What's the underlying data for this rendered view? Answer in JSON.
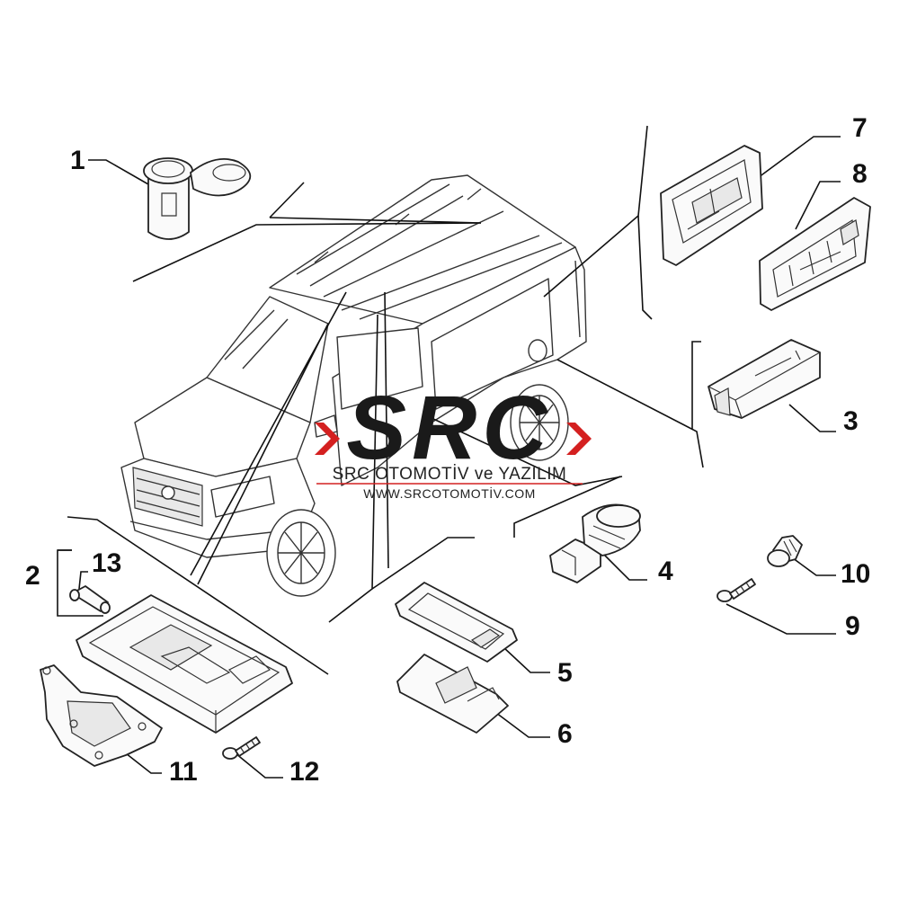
{
  "diagram": {
    "callouts": [
      {
        "id": "1",
        "label": "1"
      },
      {
        "id": "2",
        "label": "2"
      },
      {
        "id": "3",
        "label": "3"
      },
      {
        "id": "4",
        "label": "4"
      },
      {
        "id": "5",
        "label": "5"
      },
      {
        "id": "6",
        "label": "6"
      },
      {
        "id": "7",
        "label": "7"
      },
      {
        "id": "8",
        "label": "8"
      },
      {
        "id": "9",
        "label": "9"
      },
      {
        "id": "10",
        "label": "10"
      },
      {
        "id": "11",
        "label": "11"
      },
      {
        "id": "12",
        "label": "12"
      },
      {
        "id": "13",
        "label": "13"
      }
    ]
  },
  "watermark": {
    "logo_text": "SRC",
    "company": "SRC OTOMOTİV ve YAZILIM",
    "url": "WWW.SRCOTOMOTİV.COM",
    "colors": {
      "logo": "#1a1a1a",
      "accent": "#d42020",
      "text": "#222222"
    }
  }
}
